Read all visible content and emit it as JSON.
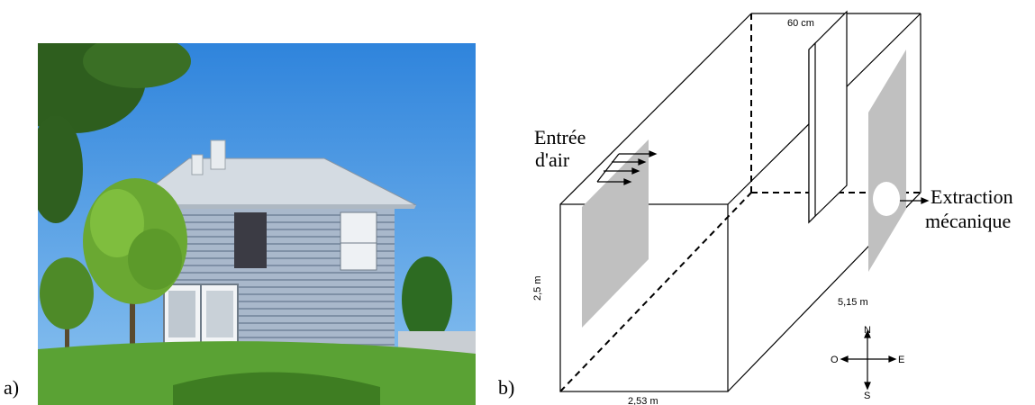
{
  "panels": {
    "a_label": "a)",
    "b_label": "b)"
  },
  "diagram": {
    "air_inlet_line1": "Entrée",
    "air_inlet_line2": "d'air",
    "extraction_line1": "Extraction",
    "extraction_line2": "mécanique",
    "partition_width": "60 cm",
    "height_dim": "2,5 m",
    "length_dim": "5,15 m",
    "width_dim": "2,53 m",
    "compass": {
      "north": "N",
      "south": "S",
      "east": "E",
      "west": "O"
    }
  },
  "colors": {
    "sky": "#3a8fe0",
    "cladding": "#9fb0c4",
    "roof": "#c9d1d8",
    "grass": "#4f9a2a",
    "window_panel": "#c0c0c0"
  }
}
